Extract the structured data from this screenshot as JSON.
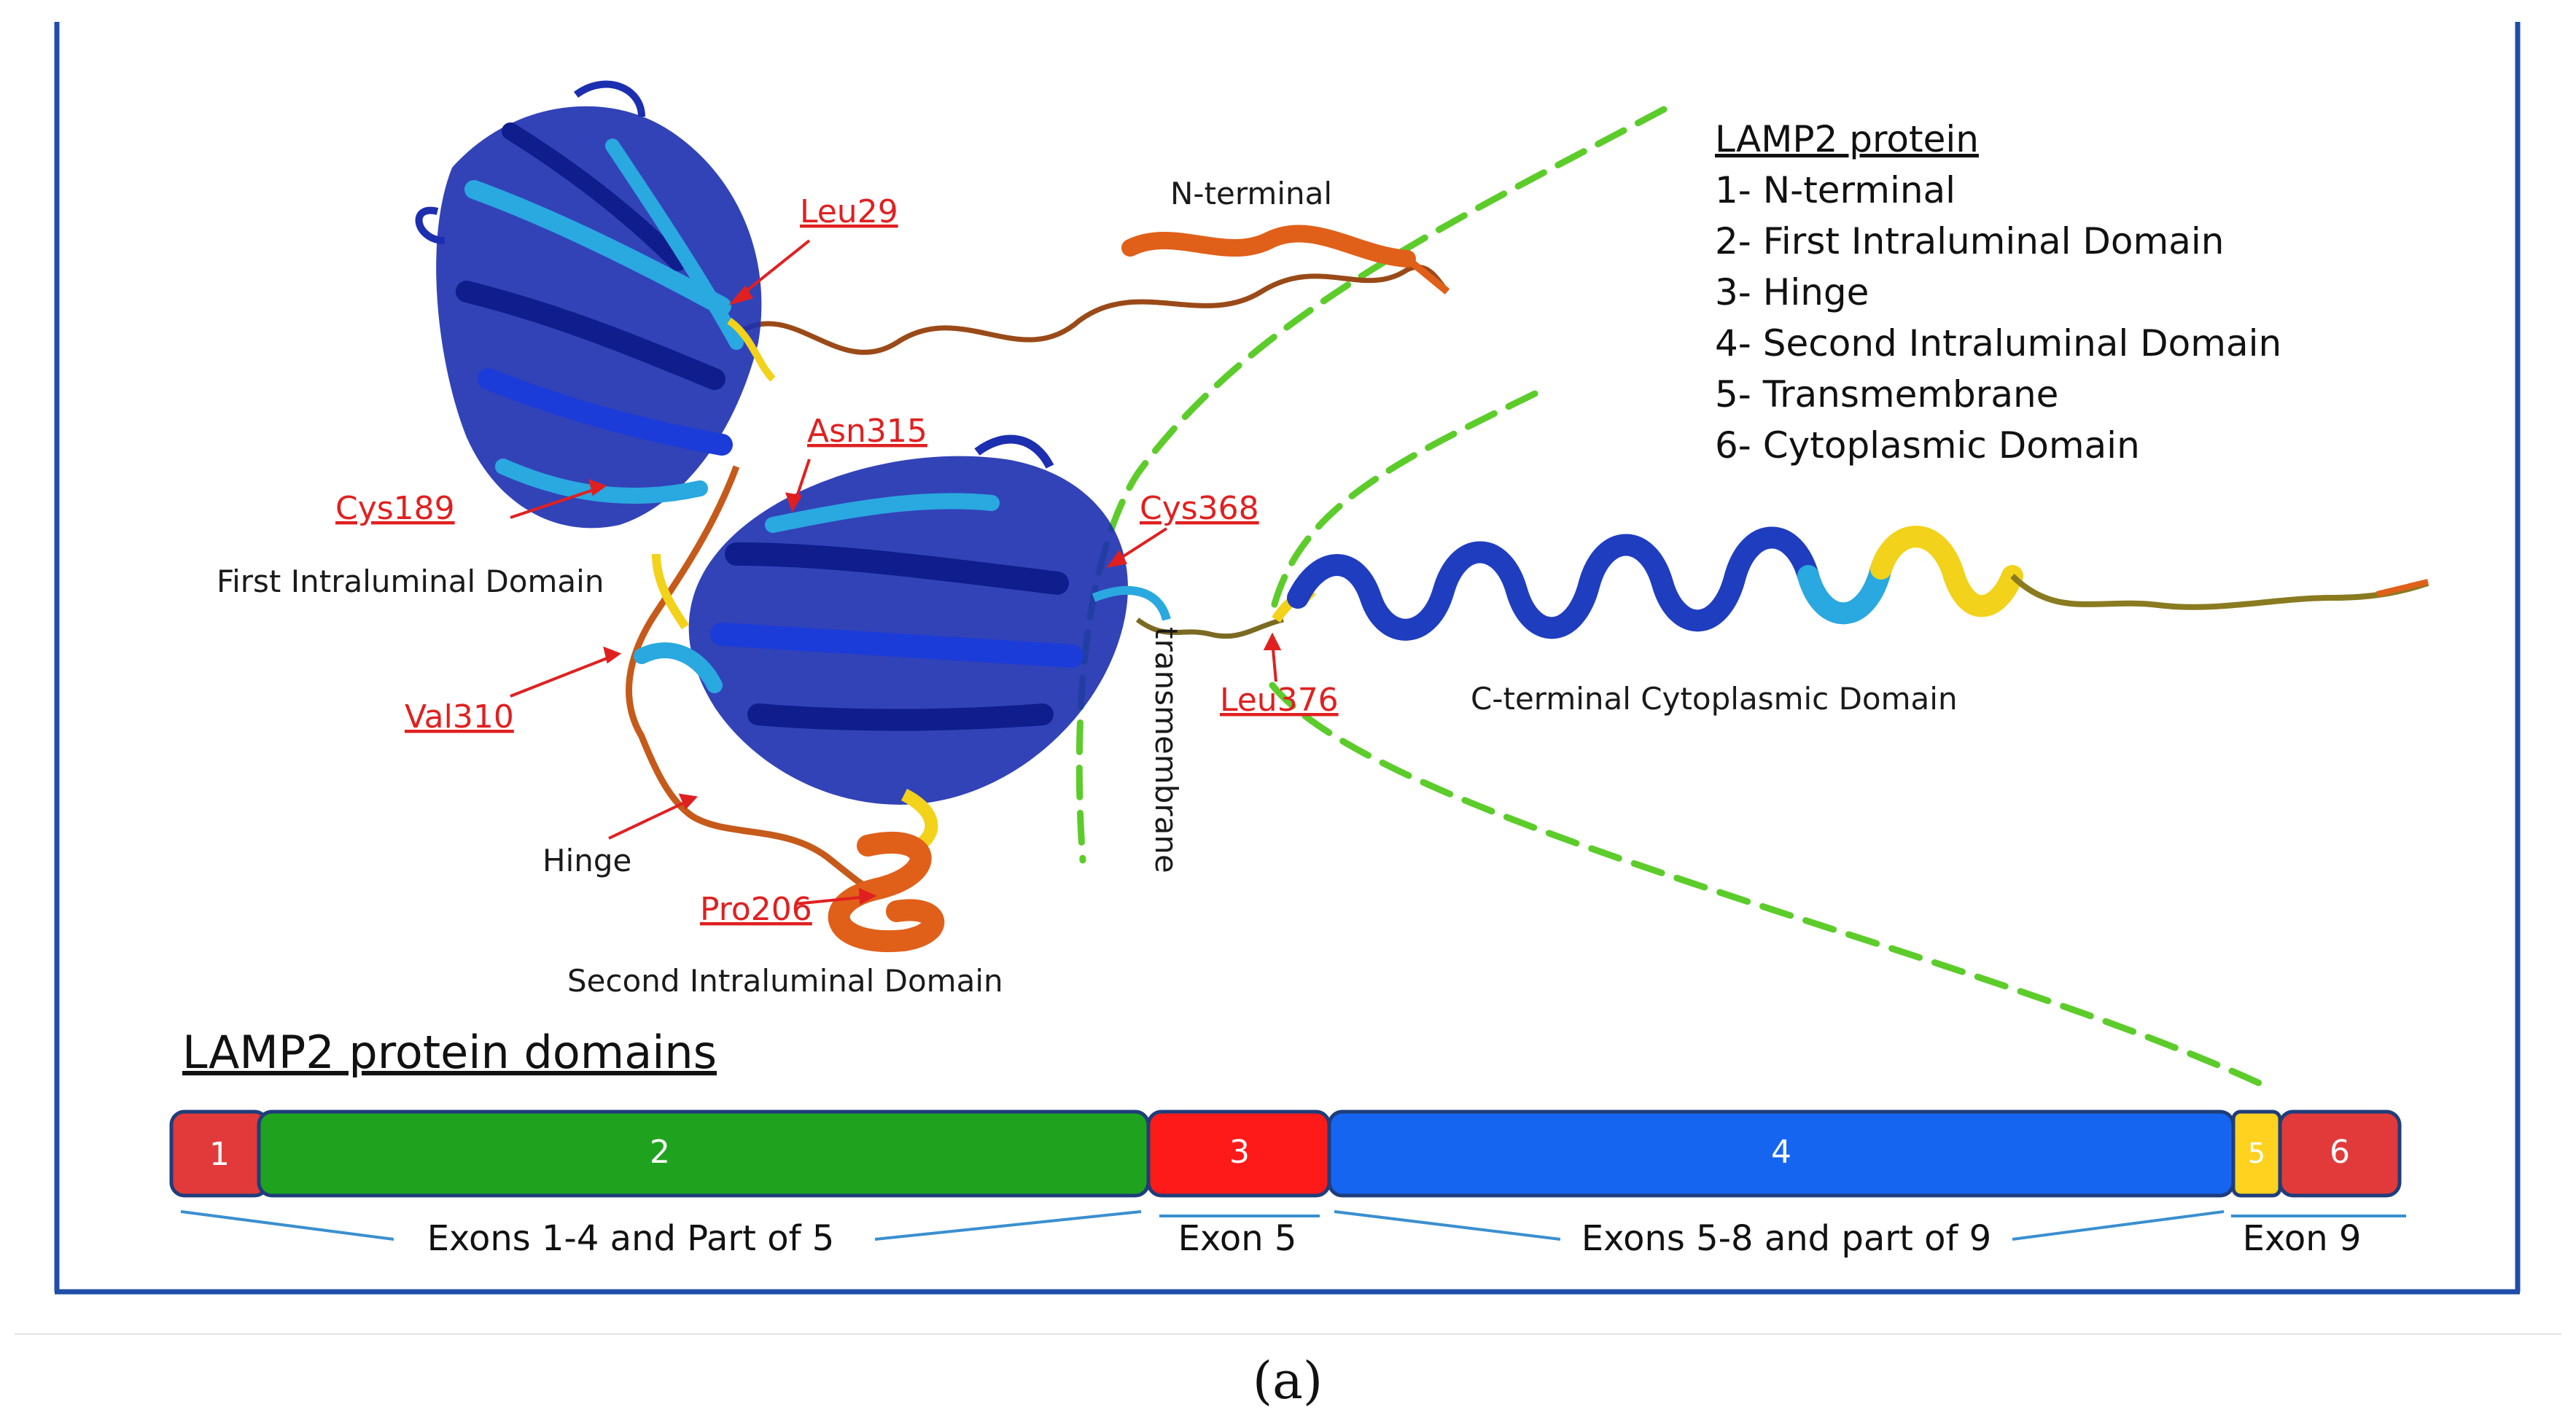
{
  "legend": {
    "title": "LAMP2 protein",
    "items": [
      "1- N-terminal",
      "2- First Intraluminal Domain",
      "3- Hinge",
      "4- Second Intraluminal Domain",
      "5- Transmembrane",
      "6- Cytoplasmic Domain"
    ]
  },
  "structure_labels": {
    "n_terminal": "N-terminal",
    "first_domain": "First Intraluminal Domain",
    "hinge": "Hinge",
    "second_domain": "Second Intraluminal Domain",
    "transmembrane": "transmembrane",
    "c_terminal": "C-terminal Cytoplasmic Domain"
  },
  "residues": {
    "leu29": "Leu29",
    "asn315": "Asn315",
    "cys189": "Cys189",
    "cys368": "Cys368",
    "val310": "Val310",
    "leu376": "Leu376",
    "pro206": "Pro206"
  },
  "domain_bar": {
    "title": "LAMP2 protein domains",
    "segments": [
      {
        "label": "1",
        "color": "#e23a3a"
      },
      {
        "label": "2",
        "color": "#1fa31f"
      },
      {
        "label": "3",
        "color": "#ff1a1a"
      },
      {
        "label": "4",
        "color": "#1565f0"
      },
      {
        "label": "5",
        "color": "#ffd21f"
      },
      {
        "label": "6",
        "color": "#e23a3a"
      }
    ],
    "exons": [
      "Exons 1-4 and Part of 5",
      "Exon 5",
      "Exons 5-8 and part of 9",
      "Exon 9"
    ]
  },
  "panel_label": "(a)",
  "colors": {
    "frame": "#1f4ea8",
    "dashed_guide": "#5ccc2a",
    "residue_red": "#e02020",
    "helix_blue": "#1f3dbf",
    "helix_cyan": "#2aa8e0",
    "helix_yellow": "#f2d21a",
    "coil_orange": "#e0601a"
  }
}
